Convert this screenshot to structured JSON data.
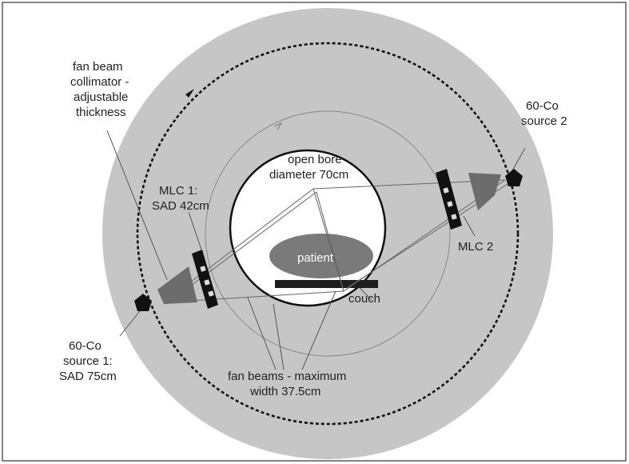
{
  "labels": {
    "fan_beam_collimator": [
      "fan beam",
      "collimator -",
      "adjustable",
      "thickness"
    ],
    "source2": [
      "60-Co",
      "source 2"
    ],
    "open_bore": [
      "open bore",
      "diameter 70cm"
    ],
    "mlc1": [
      "MLC 1:",
      "SAD 42cm"
    ],
    "mlc2": "MLC 2",
    "patient": "patient",
    "couch": "couch",
    "source1": [
      "60-Co",
      "source 1:",
      "SAD 75cm"
    ],
    "fan_beams": [
      "fan beams - maximum",
      "width 37.5cm"
    ]
  },
  "colors": {
    "gantry_ring": "#c6c6c6",
    "bore": "#ffffff",
    "patient": "#7a7a7a",
    "couch": "#1e1e1e",
    "collimator": "#6c6c6c",
    "mlc": "#111111",
    "source": "#111111",
    "lines": "#555555",
    "frame": "#333333"
  }
}
